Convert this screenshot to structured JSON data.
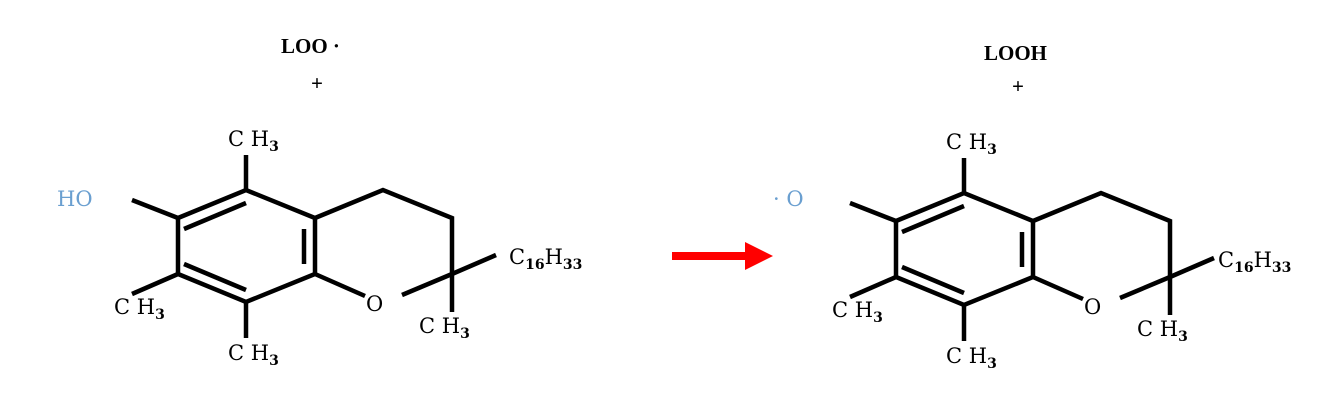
{
  "reactants": {
    "radical": "LOO ·",
    "plus": "+",
    "molecule": {
      "hydroxyl": "HO",
      "methyl_top": {
        "main": "C H",
        "sub": "3"
      },
      "methyl_left": {
        "main": "C H",
        "sub": "3"
      },
      "methyl_bottom": {
        "main": "C H",
        "sub": "3"
      },
      "ring_oxygen": "O",
      "methyl_c2": {
        "main": "C H",
        "sub": "3"
      },
      "side_chain": {
        "c": "C",
        "c_sub": "16",
        "h": "H",
        "h_sub": "33"
      }
    }
  },
  "products": {
    "hydroperoxide": "LOOH",
    "plus": "+",
    "molecule": {
      "oxy_radical": "· O",
      "methyl_top": {
        "main": "C H",
        "sub": "3"
      },
      "methyl_left": {
        "main": "C H",
        "sub": "3"
      },
      "methyl_bottom": {
        "main": "C H",
        "sub": "3"
      },
      "ring_oxygen": "O",
      "methyl_c2": {
        "main": "C H",
        "sub": "3"
      },
      "side_chain": {
        "c": "C",
        "c_sub": "16",
        "h": "H",
        "h_sub": "33"
      }
    }
  },
  "colors": {
    "heteroatom": "#6a9fd0",
    "arrow": "#ff0000",
    "bond": "#000000"
  }
}
